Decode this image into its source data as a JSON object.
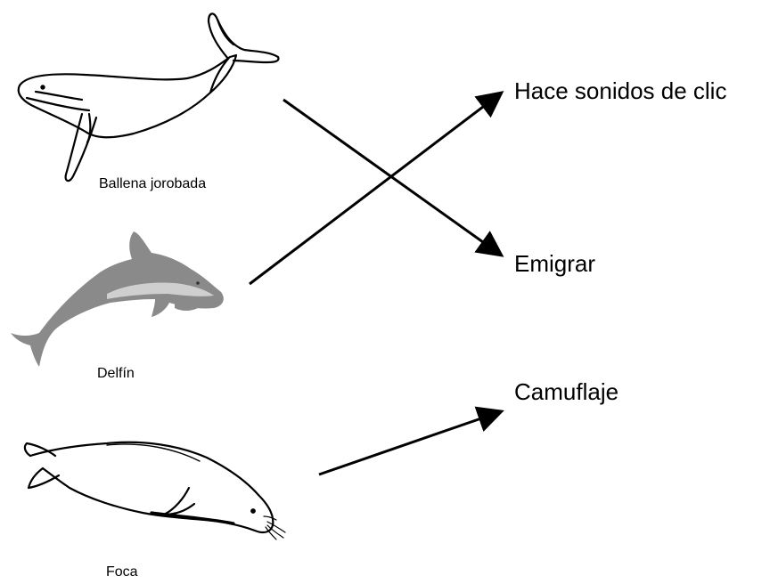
{
  "animals": [
    {
      "label": "Ballena jorobada",
      "icon": "humpback-whale-icon"
    },
    {
      "label": "Delfín",
      "icon": "dolphin-icon"
    },
    {
      "label": "Foca",
      "icon": "seal-icon"
    }
  ],
  "behaviors": [
    {
      "label": "Hace sonidos de clic"
    },
    {
      "label": "Emigrar"
    },
    {
      "label": "Camuflaje"
    }
  ],
  "connections": [
    {
      "from": "Ballena jorobada",
      "to": "Emigrar"
    },
    {
      "from": "Delfín",
      "to": "Hace sonidos de clic"
    },
    {
      "from": "Foca",
      "to": "Camuflaje"
    }
  ],
  "colors": {
    "line": "#000000",
    "dolphin_body": "#8a8a8a",
    "dolphin_belly": "#cfcfcf"
  }
}
